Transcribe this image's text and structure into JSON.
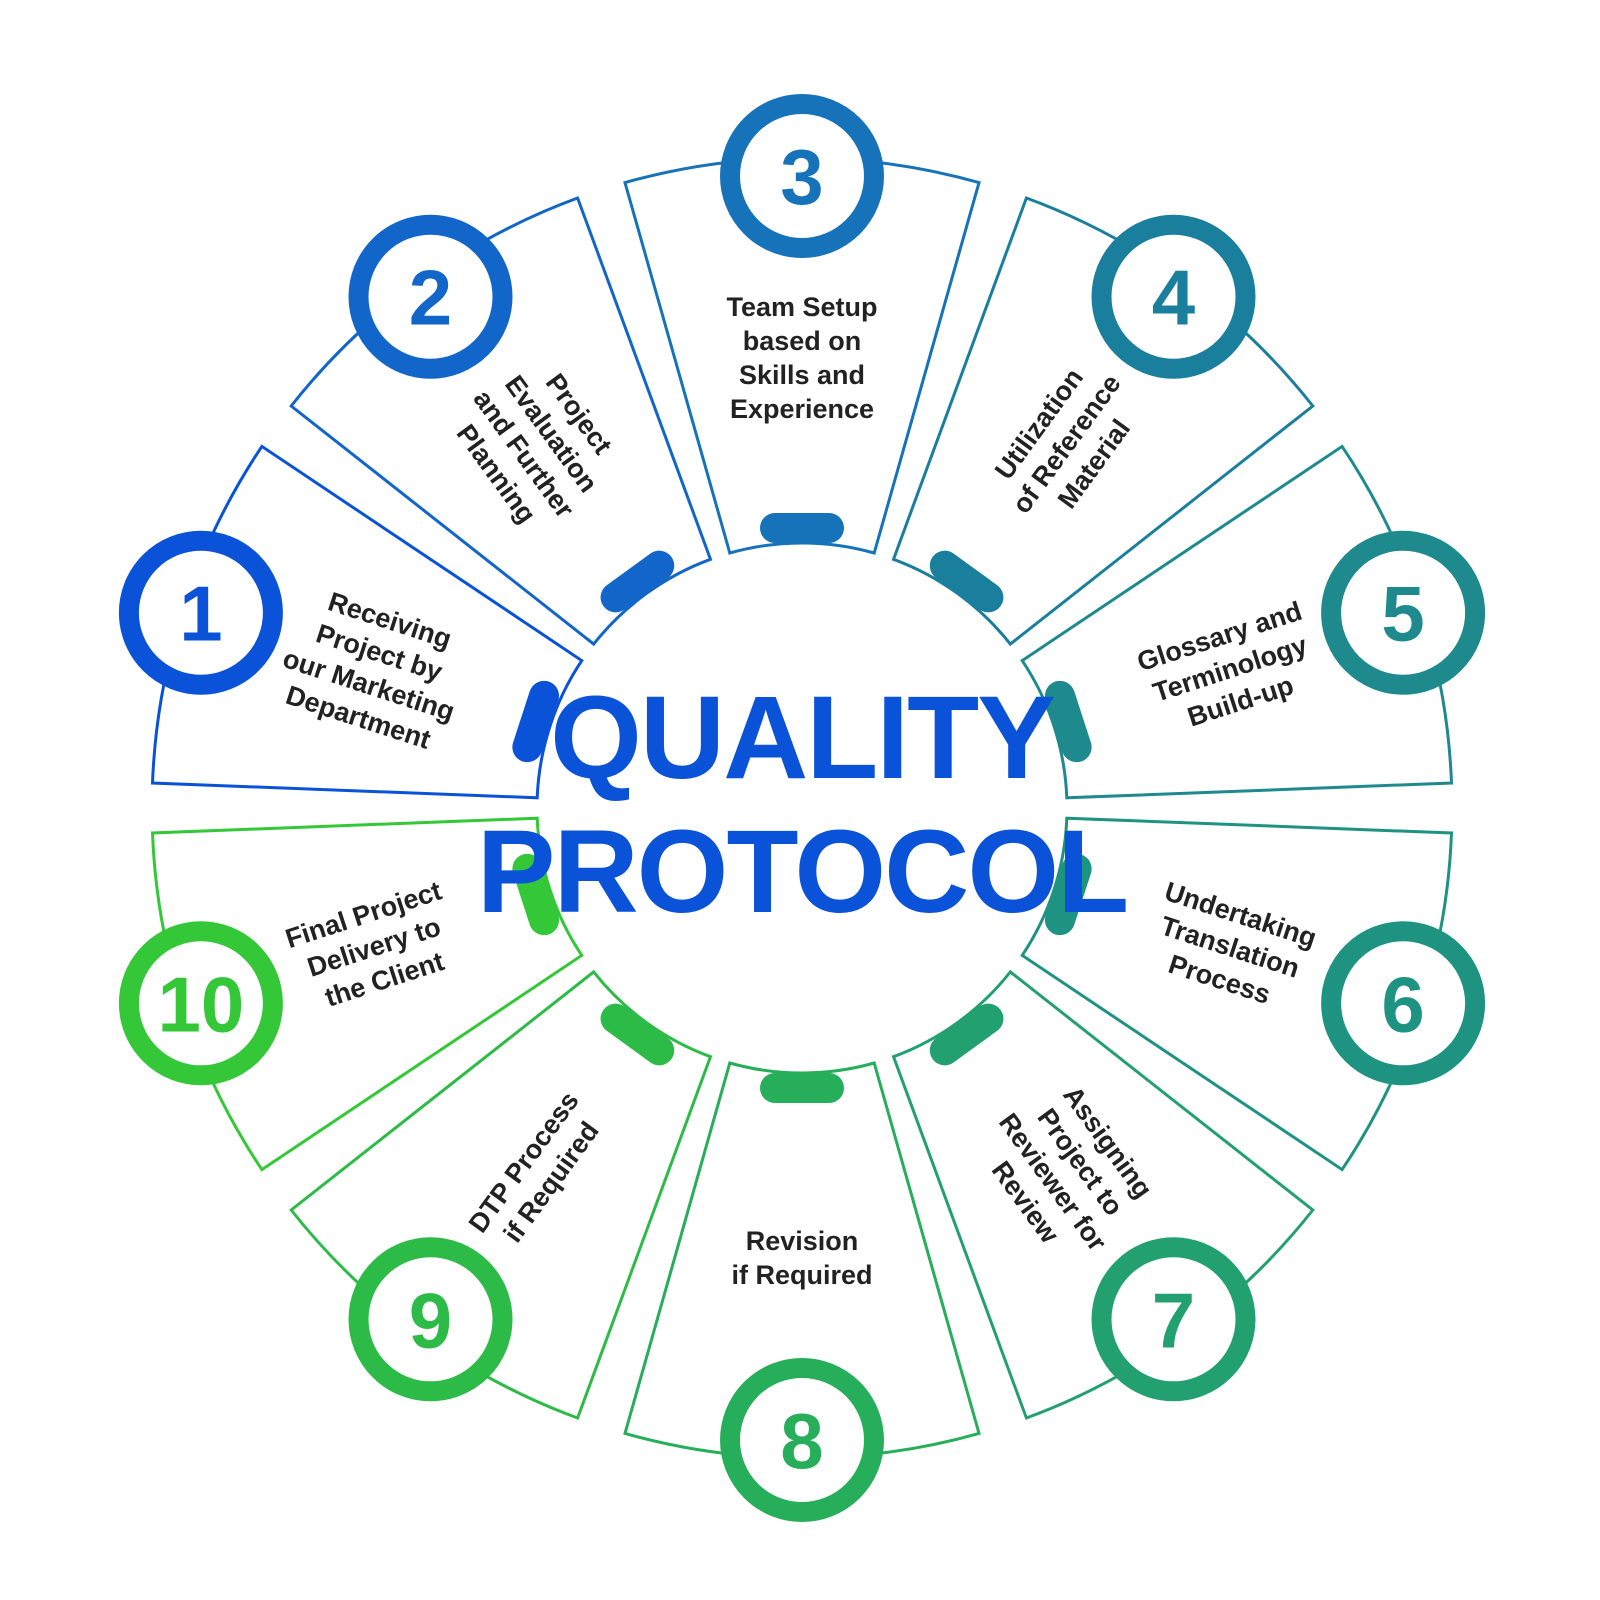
{
  "center": {
    "line1": "QUALITY",
    "line2": "PROTOCOL",
    "color": "#0a52d8"
  },
  "steps": [
    {
      "number": "1",
      "label": [
        "Receiving",
        "Project by",
        "our Marketing",
        "Department"
      ],
      "color": "#0a52d8"
    },
    {
      "number": "2",
      "label": [
        "Project",
        "Evaluation",
        "and Further",
        "Planning"
      ],
      "color": "#1366c9"
    },
    {
      "number": "3",
      "label": [
        "Team Setup",
        "based on",
        "Skills and",
        "Experience"
      ],
      "color": "#1673b9"
    },
    {
      "number": "4",
      "label": [
        "Utilization",
        "of Reference",
        "Material"
      ],
      "color": "#1a7f9c"
    },
    {
      "number": "5",
      "label": [
        "Glossary and",
        "Terminology",
        "Build-up"
      ],
      "color": "#1f8a8e"
    },
    {
      "number": "6",
      "label": [
        "Undertaking",
        "Translation",
        "Process"
      ],
      "color": "#1f9382"
    },
    {
      "number": "7",
      "label": [
        "Assigning",
        "Project to",
        "Reviewer for",
        "Review"
      ],
      "color": "#22a070"
    },
    {
      "number": "8",
      "label": [
        "Revision",
        "if Required"
      ],
      "color": "#27ae5a"
    },
    {
      "number": "9",
      "label": [
        "DTP Process",
        "if Required"
      ],
      "color": "#2dbb48"
    },
    {
      "number": "10",
      "label": [
        "Final Project",
        "Delivery to",
        "the Client"
      ],
      "color": "#34c738"
    }
  ]
}
